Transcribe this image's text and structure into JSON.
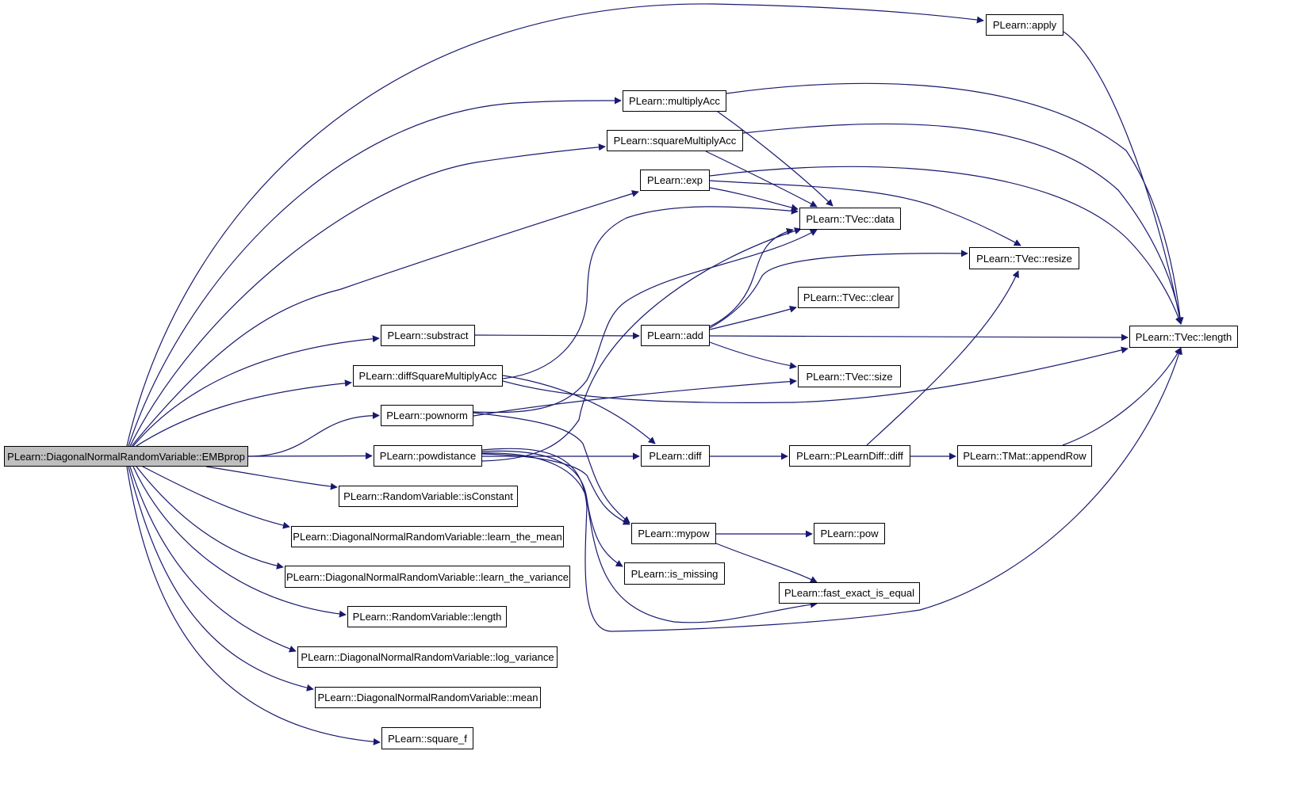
{
  "root": "PLearn::DiagonalNormalRandomVariable::EMBprop",
  "edge_color": "#191970",
  "root_fill": "#bfbfbf",
  "nodes": {
    "emb": "PLearn::DiagonalNormalRandomVariable::EMBprop",
    "apply": "PLearn::apply",
    "multiplyAcc": "PLearn::multiplyAcc",
    "squareMultiplyAcc": "PLearn::squareMultiplyAcc",
    "exp": "PLearn::exp",
    "tvecData": "PLearn::TVec::data",
    "tvecResize": "PLearn::TVec::resize",
    "tvecClear": "PLearn::TVec::clear",
    "substract": "PLearn::substract",
    "add": "PLearn::add",
    "tvecLength": "PLearn::TVec::length",
    "diffSquareMultiplyAcc": "PLearn::diffSquareMultiplyAcc",
    "tvecSize": "PLearn::TVec::size",
    "pownorm": "PLearn::pownorm",
    "powdistance": "PLearn::powdistance",
    "diff": "PLearn::diff",
    "plearnDiff": "PLearn::PLearnDiff::diff",
    "appendRow": "PLearn::TMat::appendRow",
    "isConstant": "PLearn::RandomVariable::isConstant",
    "learnMean": "PLearn::DiagonalNormalRandomVariable::learn_the_mean",
    "learnVariance": "PLearn::DiagonalNormalRandomVariable::learn_the_variance",
    "rvLength": "PLearn::RandomVariable::length",
    "logVariance": "PLearn::DiagonalNormalRandomVariable::log_variance",
    "mean": "PLearn::DiagonalNormalRandomVariable::mean",
    "squareF": "PLearn::square_f",
    "mypow": "PLearn::mypow",
    "pow": "PLearn::pow",
    "isMissing": "PLearn::is_missing",
    "fastEqual": "PLearn::fast_exact_is_equal"
  },
  "edges": [
    [
      "emb",
      "apply"
    ],
    [
      "emb",
      "multiplyAcc"
    ],
    [
      "emb",
      "squareMultiplyAcc"
    ],
    [
      "emb",
      "exp"
    ],
    [
      "emb",
      "substract"
    ],
    [
      "emb",
      "diffSquareMultiplyAcc"
    ],
    [
      "emb",
      "pownorm"
    ],
    [
      "emb",
      "powdistance"
    ],
    [
      "emb",
      "isConstant"
    ],
    [
      "emb",
      "learnMean"
    ],
    [
      "emb",
      "learnVariance"
    ],
    [
      "emb",
      "rvLength"
    ],
    [
      "emb",
      "logVariance"
    ],
    [
      "emb",
      "mean"
    ],
    [
      "emb",
      "squareF"
    ],
    [
      "apply",
      "tvecLength"
    ],
    [
      "multiplyAcc",
      "tvecData"
    ],
    [
      "multiplyAcc",
      "tvecLength"
    ],
    [
      "squareMultiplyAcc",
      "tvecData"
    ],
    [
      "squareMultiplyAcc",
      "tvecLength"
    ],
    [
      "exp",
      "tvecData"
    ],
    [
      "exp",
      "tvecResize"
    ],
    [
      "exp",
      "tvecLength"
    ],
    [
      "substract",
      "add"
    ],
    [
      "add",
      "tvecData"
    ],
    [
      "add",
      "tvecResize"
    ],
    [
      "add",
      "tvecClear"
    ],
    [
      "add",
      "tvecLength"
    ],
    [
      "add",
      "tvecSize"
    ],
    [
      "diffSquareMultiplyAcc",
      "tvecData"
    ],
    [
      "diffSquareMultiplyAcc",
      "tvecLength"
    ],
    [
      "diffSquareMultiplyAcc",
      "diff"
    ],
    [
      "pownorm",
      "tvecData"
    ],
    [
      "pownorm",
      "tvecSize"
    ],
    [
      "pownorm",
      "mypow"
    ],
    [
      "powdistance",
      "tvecData"
    ],
    [
      "powdistance",
      "diff"
    ],
    [
      "powdistance",
      "mypow"
    ],
    [
      "powdistance",
      "isMissing"
    ],
    [
      "powdistance",
      "fastEqual"
    ],
    [
      "powdistance",
      "tvecLength"
    ],
    [
      "diff",
      "plearnDiff"
    ],
    [
      "plearnDiff",
      "tvecResize"
    ],
    [
      "plearnDiff",
      "appendRow"
    ],
    [
      "appendRow",
      "tvecLength"
    ],
    [
      "mypow",
      "pow"
    ],
    [
      "mypow",
      "fastEqual"
    ]
  ]
}
